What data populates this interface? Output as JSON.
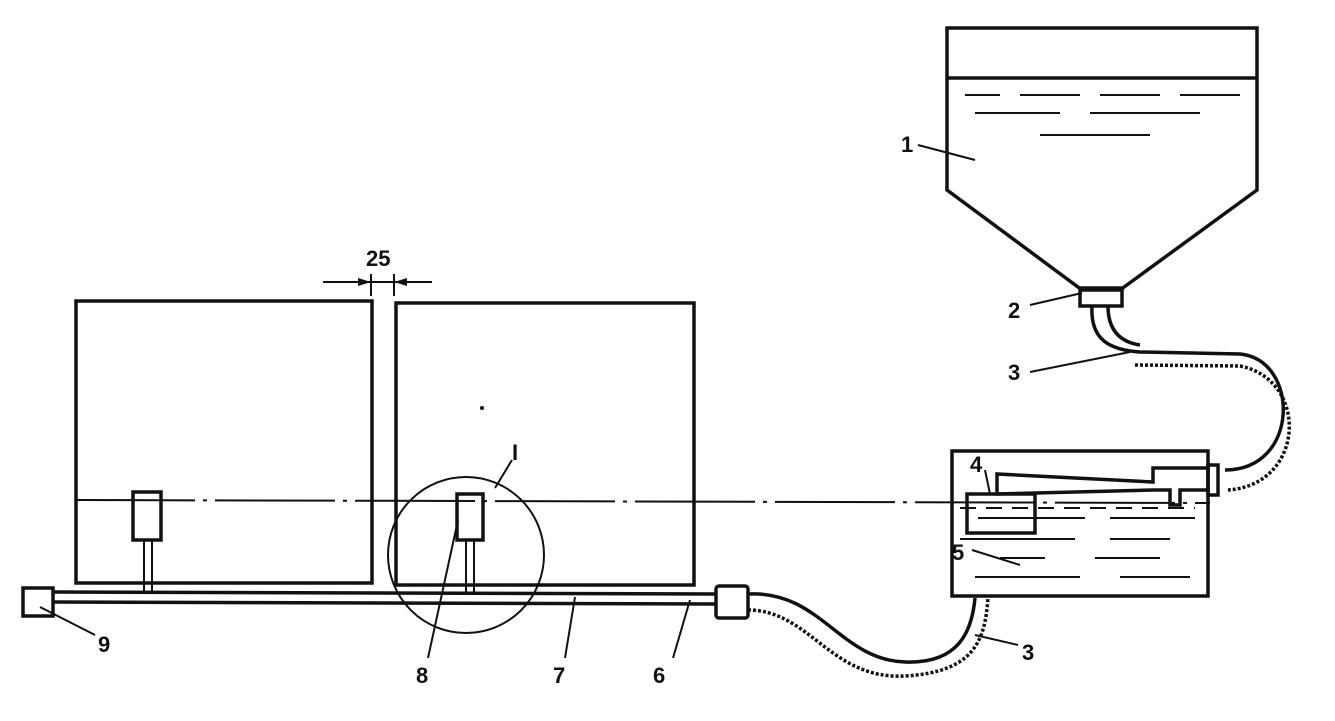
{
  "labels": {
    "supply_tank": "1",
    "outlet_valve": "2",
    "hose_upper": "3",
    "float": "4",
    "reservoir": "5",
    "hose_lower": "3",
    "pipe_6": "6",
    "pipe_7": "7",
    "nozzle": "8",
    "end_cap": "9",
    "detail_mark": "I",
    "dimension": "25"
  },
  "colors": {
    "line": "#111111",
    "background": "#ffffff"
  }
}
